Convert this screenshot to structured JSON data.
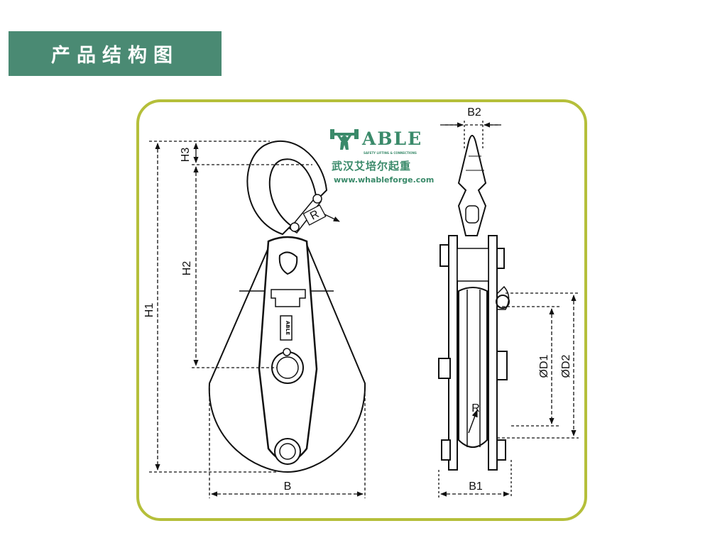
{
  "header": {
    "title": "产品结构图"
  },
  "logo": {
    "brand": "ABLE",
    "tagline": "SAFETY LIFTING & CONNECTIONS",
    "chinese_name": "武汉艾培尔起重",
    "website": "www.whableforge.com"
  },
  "block_label": "ABLE",
  "dimensions": {
    "h1": "H1",
    "h2": "H2",
    "h3": "H3",
    "b": "B",
    "b1": "B1",
    "b2": "B2",
    "r_hook": "R",
    "r_sheave": "R",
    "d1": "ØD1",
    "d2": "ØD2"
  },
  "colors": {
    "banner": "#4a8a73",
    "frame": "#b5bf3a",
    "logo": "#3a8a6a"
  }
}
